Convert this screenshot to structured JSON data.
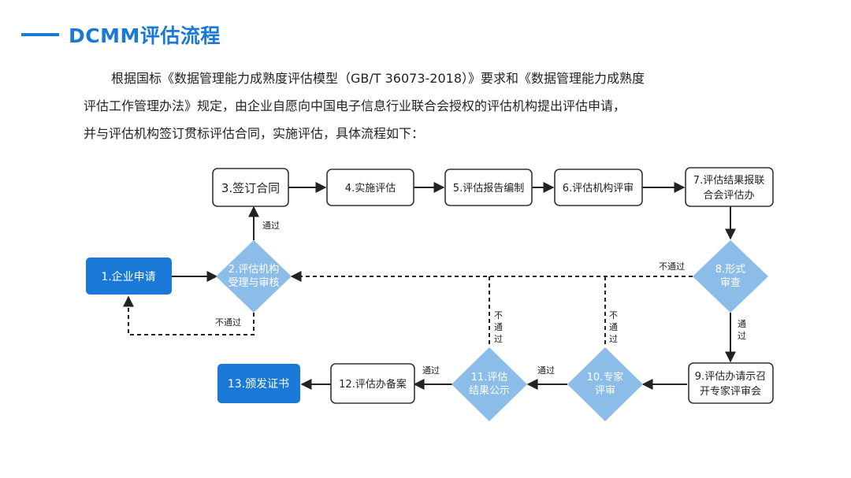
{
  "title": "DCMM评估流程",
  "intro": [
    "根据国标《数据管理能力成熟度评估模型（GB/T 36073-2018）》要求和《数据管理能力成熟度",
    "评估工作管理办法》规定，由企业自愿向中国电子信息行业联合会授权的评估机构提出评估申请，",
    "并与评估机构签订贯标评估合同，实施评估，具体流程如下："
  ],
  "colors": {
    "accent": "#1a78d6",
    "diamond": "#8bbde8",
    "box_border": "#333333",
    "arrow": "#222222"
  },
  "nodes": {
    "n1": "1.企业申请",
    "n2": [
      "2.评估机构",
      "受理与审核"
    ],
    "n3": "3.签订合同",
    "n4": "4.实施评估",
    "n5": "5.评估报告编制",
    "n6": "6.评估机构评审",
    "n7": [
      "7.评估结果报联",
      "合会评估办"
    ],
    "n8": [
      "8.形式",
      "审查"
    ],
    "n9": [
      "9.评估办请示召",
      "开专家评审会"
    ],
    "n10": [
      "10.专家",
      "评审"
    ],
    "n11": [
      "11.评估",
      "结果公示"
    ],
    "n12": "12.评估办备案",
    "n13": "13.颁发证书"
  },
  "labels": {
    "pass": "通过",
    "fail": "不通过",
    "fail_chars": [
      "不",
      "通",
      "过"
    ],
    "pass_chars": [
      "通",
      "过"
    ]
  }
}
